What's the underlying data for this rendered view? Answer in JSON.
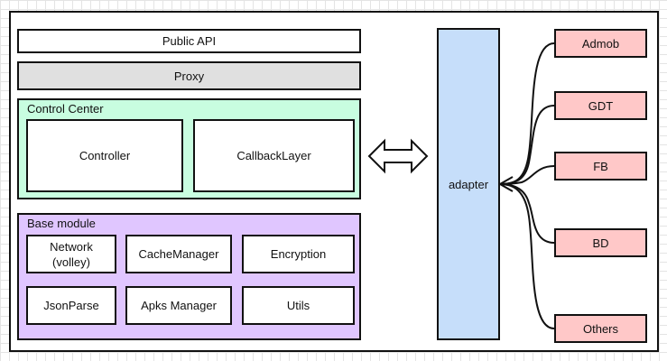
{
  "public_api": "Public API",
  "proxy": "Proxy",
  "control_center": {
    "title": "Control Center",
    "items": [
      "Controller",
      "CallbackLayer"
    ]
  },
  "base_module": {
    "title": "Base module",
    "items": [
      [
        "Network",
        "(volley)"
      ],
      "CacheManager",
      "Encryption",
      "JsonParse",
      "Apks Manager",
      "Utils"
    ]
  },
  "adapter": "adapter",
  "networks": [
    "Admob",
    "GDT",
    "FB",
    "BD",
    "Others"
  ],
  "colors": {
    "proxy": "#e0e0e0",
    "control_center": "#c8fde0",
    "base_module": "#e0c6ff",
    "adapter": "#c6defa",
    "network": "#ffc8c8"
  }
}
